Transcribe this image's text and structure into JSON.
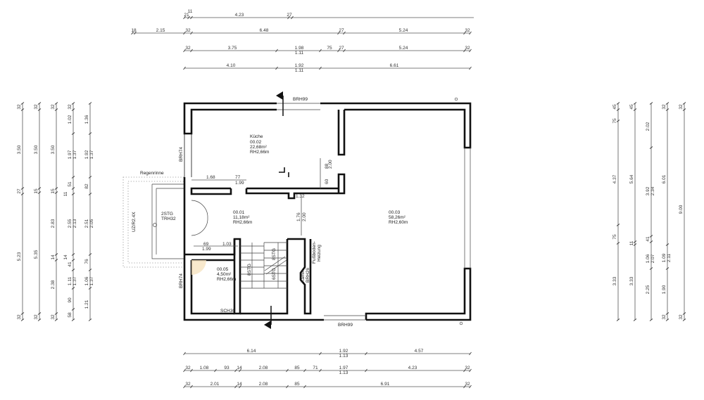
{
  "rooms": [
    {
      "name": "Küche",
      "number": "00.02",
      "area": "22,68m²",
      "height": "RH2,66m"
    },
    {
      "number": "00.01",
      "area": "11,18m²",
      "height": "RH2,66m"
    },
    {
      "number": "00.03",
      "area": "58,26m²",
      "height": "RH2,60m"
    },
    {
      "number": "00.05",
      "area": "4,50m²",
      "height": "RH2,66m"
    }
  ],
  "labels": {
    "brh99_top": "BRH99",
    "brh99_bottom": "BRH99",
    "brh74_upper": "BRH74",
    "brh74_lower": "BRH74",
    "regenrinne": "Regenrinne",
    "stair_ext": "2STG",
    "stair_ext_trh": "TRH32",
    "ext_mark": "UZ/R2.4X",
    "stair1": "8STG",
    "stair2": "6STG",
    "stair3": "8STG",
    "kamin": "Kamin",
    "kamin_brh": "BRH26",
    "heating": "Fußboden-",
    "heating2": "Heizung",
    "sch": "SCH30"
  },
  "inner_dims": [
    "1.68",
    "77",
    "1.99",
    "88",
    "2.00",
    "60",
    "1.32",
    "1.76",
    "2.00",
    "69",
    "1.99",
    "1.03"
  ],
  "dimensions": {
    "top": [
      [
        "21",
        "11",
        "4.23",
        "27"
      ],
      [
        "18",
        "2.15",
        "32",
        "6.48",
        "27",
        "5.24",
        "32"
      ],
      [
        "32",
        "3.75",
        "1.98",
        "1.11",
        "75",
        "27",
        "5.24",
        "32"
      ],
      [
        "4.10",
        "1.92",
        "1.11",
        "6.61"
      ]
    ],
    "bottom": [
      [
        "6.14",
        "1.92",
        "1.13",
        "4.57"
      ],
      [
        "32",
        "1.08",
        "93",
        "14",
        "2.08",
        "85",
        "71",
        "1.97",
        "1.13",
        "4.23",
        "32"
      ],
      [
        "32",
        "2.01",
        "14",
        "2.08",
        "85",
        "6.91",
        "32"
      ]
    ],
    "left": [
      [
        "32",
        "3.50",
        "27",
        "5.23",
        "32"
      ],
      [
        "32",
        "3.50",
        "15",
        "5.35",
        "32"
      ],
      [
        "32",
        "3.50",
        "15",
        "2.83",
        "14",
        "2.38",
        "32"
      ],
      [
        "32",
        "1.02",
        "1.97",
        "1.37",
        "51",
        "11",
        "2.55",
        "2.13",
        "14",
        "41",
        "1.11",
        "1.37",
        "90",
        "58"
      ],
      [
        "1.36",
        "1.92",
        "1.37",
        "82",
        "2.51",
        "2.05",
        "76",
        "1.06",
        "1.37",
        "1.21"
      ]
    ],
    "right": [
      [
        "45",
        "75",
        "4.37",
        "75",
        "3.33"
      ],
      [
        "45",
        "5.64",
        "11",
        "3.33"
      ],
      [
        "2.02",
        "3.92",
        "2.34",
        "41",
        "1.06",
        "2.07",
        "2.25"
      ],
      [
        "32",
        "6.01",
        "1.09",
        "2.11",
        "1.90",
        "32"
      ],
      [
        "32",
        "9.00",
        "32"
      ]
    ]
  }
}
